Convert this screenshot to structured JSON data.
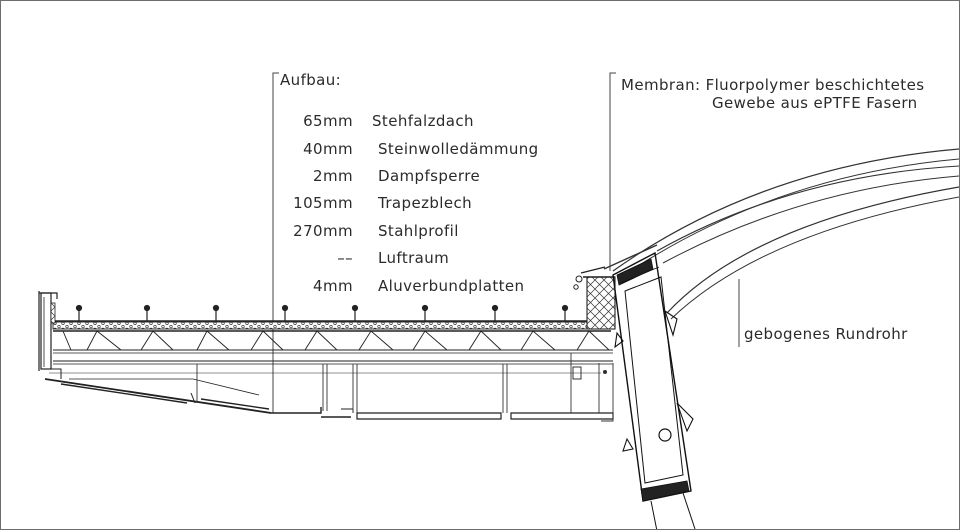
{
  "aufbau": {
    "heading": "Aufbau:",
    "layers": [
      {
        "thickness": "65mm",
        "material": "Stehfalzdach"
      },
      {
        "thickness": "40mm",
        "material": "Steinwolledämmung"
      },
      {
        "thickness": "2mm",
        "material": "Dampfsperre"
      },
      {
        "thickness": "105mm",
        "material": "Trapezblech"
      },
      {
        "thickness": "270mm",
        "material": "Stahlprofil"
      },
      {
        "thickness": "––",
        "material": "Luftraum"
      },
      {
        "thickness": "4mm",
        "material": "Aluverbundplatten"
      }
    ]
  },
  "membrane": {
    "line1": "Membran: Fluorpolymer beschichtetes",
    "line2": "Gewebe aus ePTFE Fasern"
  },
  "tube": {
    "label": "gebogenes Rundrohr"
  }
}
